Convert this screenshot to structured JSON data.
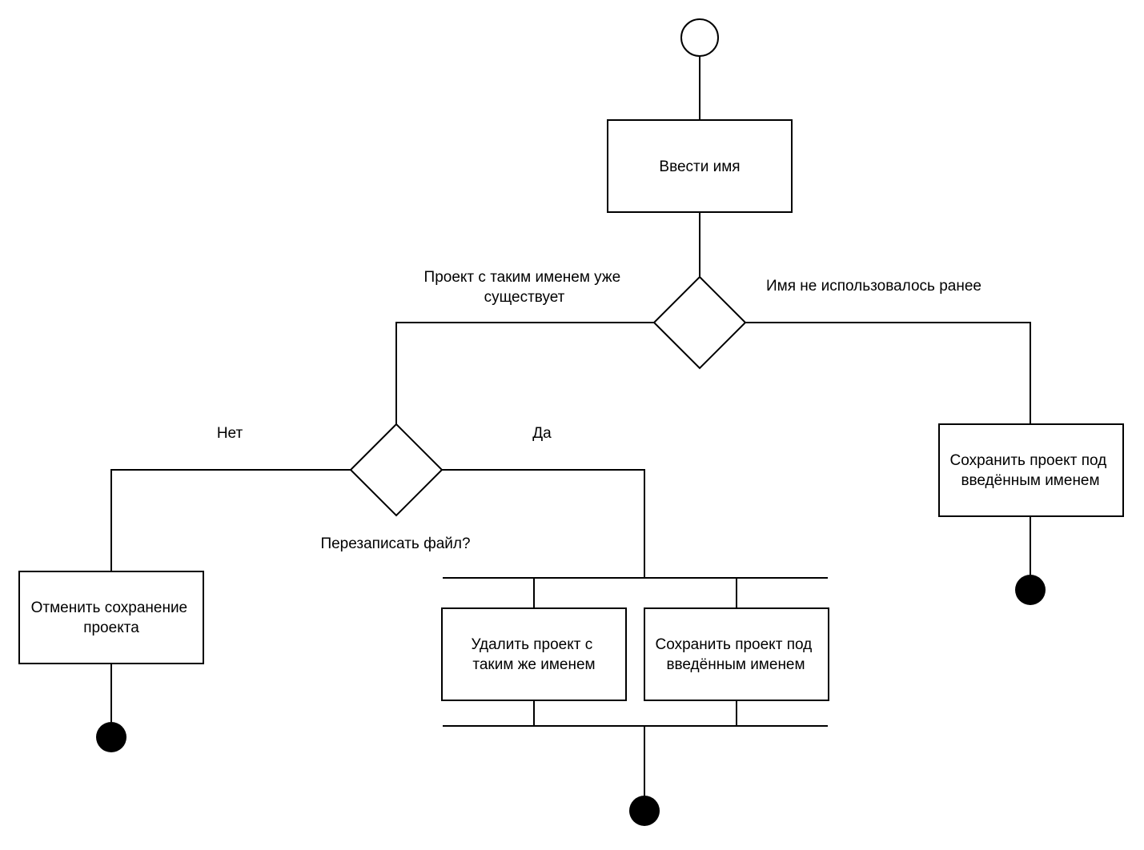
{
  "nodes": {
    "enter_name": "Ввести имя",
    "save_new": [
      "Сохранить проект под",
      "введённым именем"
    ],
    "cancel_save": [
      "Отменить сохранение",
      "проекта"
    ],
    "delete_existing": [
      "Удалить проект с",
      "таким же именем"
    ],
    "save_overwrite": [
      "Сохранить проект под",
      "введённым именем"
    ]
  },
  "labels": {
    "project_exists": [
      "Проект с таким именем уже",
      "существует"
    ],
    "name_unused": "Имя не использовалось ранее",
    "no": "Нет",
    "yes": "Да",
    "overwrite_question": "Перезаписать файл?"
  },
  "colors": {
    "stroke": "#000000",
    "fill": "#ffffff"
  }
}
